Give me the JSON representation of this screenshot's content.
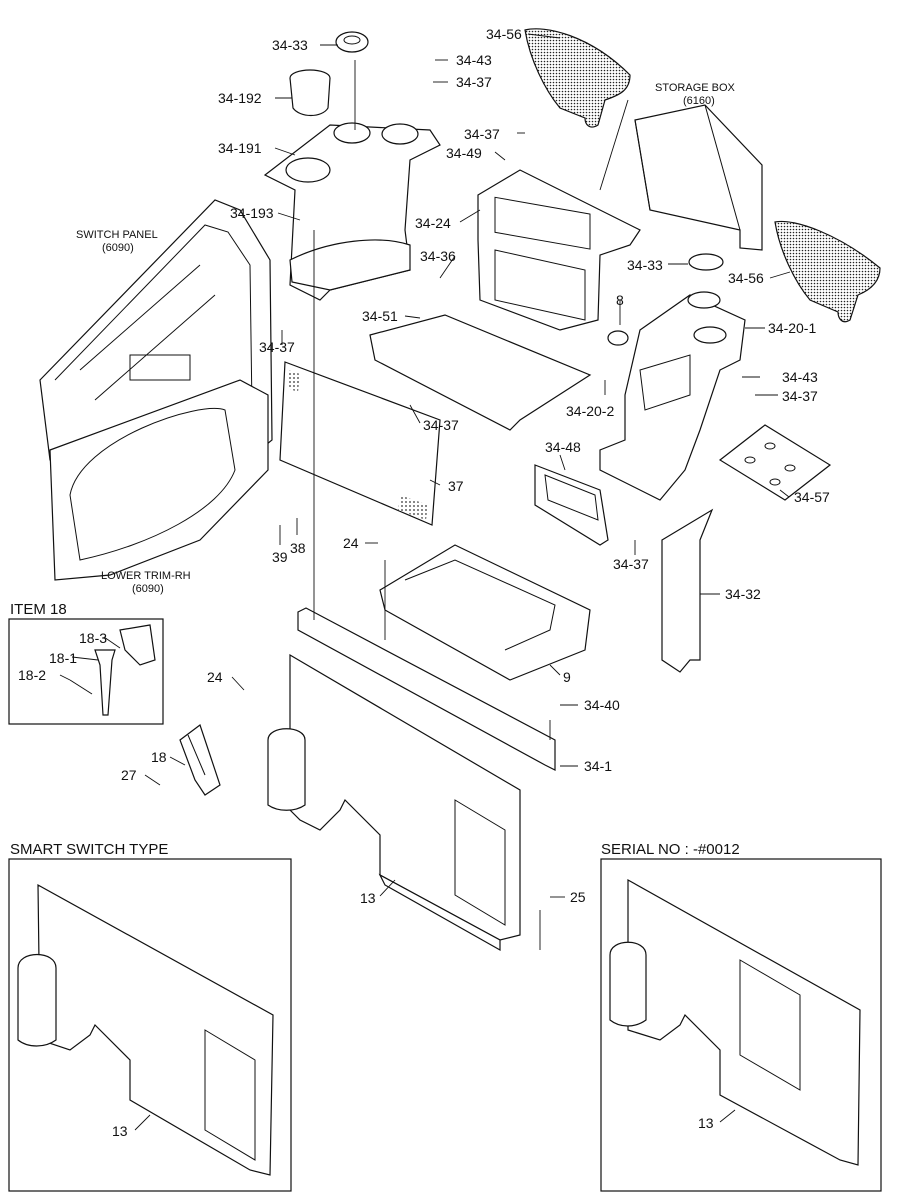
{
  "labels": {
    "p34_56_top": "34-56",
    "p34_33_top": "34-33",
    "p34_43_top": "34-43",
    "p34_37_top": "34-37",
    "p34_192": "34-192",
    "p34_191": "34-191",
    "p34_37_b": "34-37",
    "p34_49": "34-49",
    "p34_193": "34-193",
    "p34_24": "34-24",
    "p34_36": "34-36",
    "p34_33_r": "34-33",
    "p34_56_r": "34-56",
    "p8": "8",
    "p34_20_1": "34-20-1",
    "p34_51": "34-51",
    "p34_37_left": "34-37",
    "p34_43_r": "34-43",
    "p34_37_r": "34-37",
    "p34_37_mid": "34-37",
    "p34_20_2": "34-20-2",
    "p34_48": "34-48",
    "p37": "37",
    "p34_57": "34-57",
    "p24_a": "24",
    "p39": "39",
    "p38": "38",
    "p34_37_low": "34-37",
    "p34_32": "34-32",
    "p9": "9",
    "p24_b": "24",
    "p34_40": "34-40",
    "p18_3": "18-3",
    "p18_1": "18-1",
    "p18_2": "18-2",
    "p18": "18",
    "p27": "27",
    "p34_1": "34-1",
    "p13_main": "13",
    "p25": "25",
    "p13_left": "13",
    "p13_right": "13"
  },
  "callouts": {
    "storage_box_name": "STORAGE BOX",
    "storage_box_ref": "(6160)",
    "switch_panel_name": "SWITCH PANEL",
    "switch_panel_ref": "(6090)",
    "lower_trim_name": "LOWER TRIM-RH",
    "lower_trim_ref": "(6090)"
  },
  "insets": {
    "item18_title": "ITEM 18",
    "smart_switch_title": "SMART SWITCH TYPE",
    "serial_title": "SERIAL NO : -#0012"
  }
}
